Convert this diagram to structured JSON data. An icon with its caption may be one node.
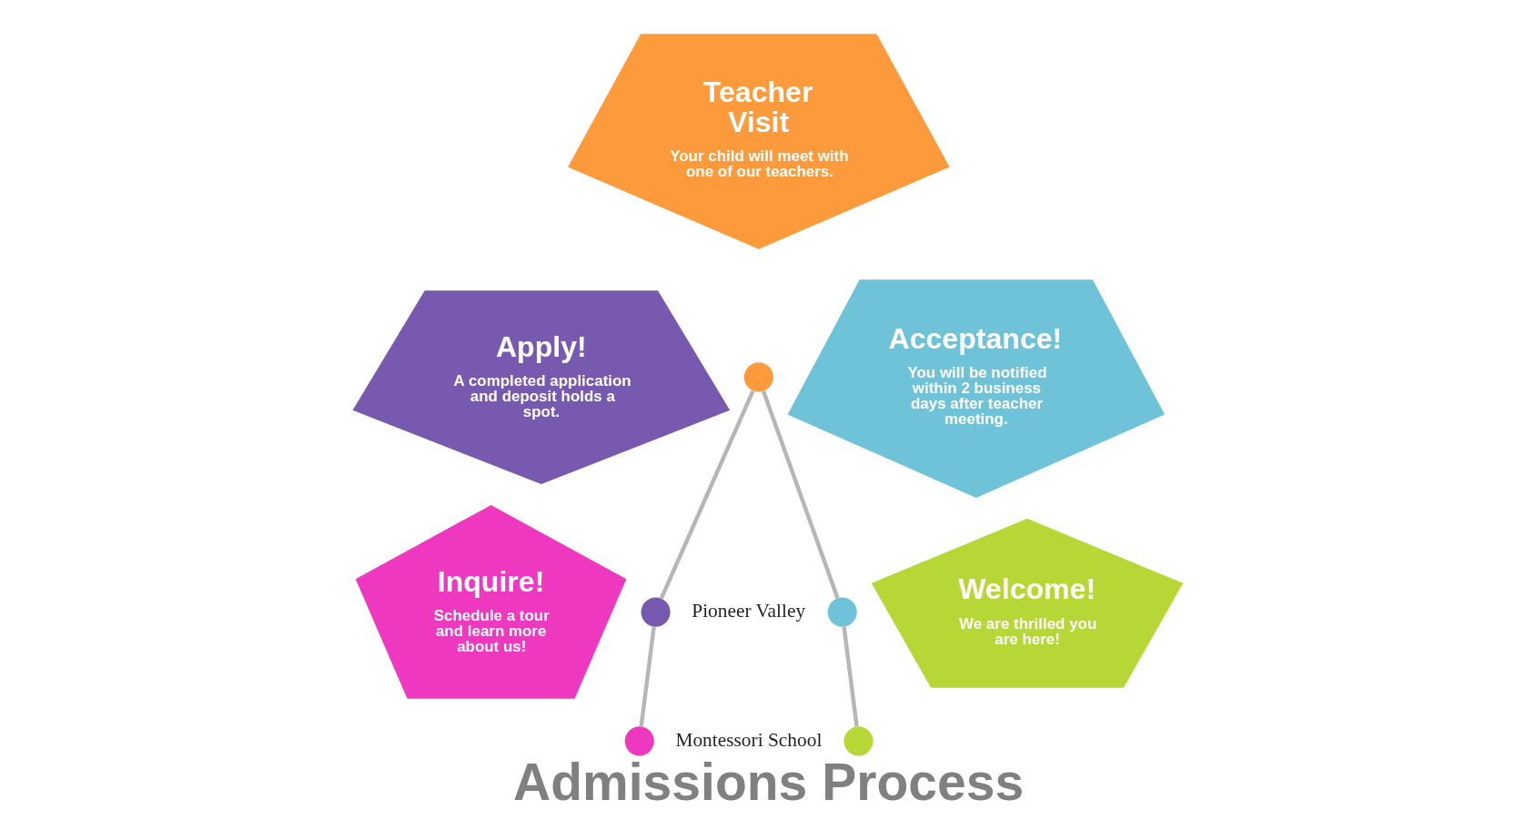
{
  "diagram": {
    "title": "Admissions Process",
    "nodes": [
      {
        "text": [
          "Inquire!",
          "Schedule a tour and learn more about us!"
        ]
      },
      {
        "text": [
          "Apply!",
          "A completed application and deposit holds a spot."
        ]
      },
      {
        "text": [
          "Teacher Visit",
          "Your child will meet with one of our teachers."
        ]
      },
      {
        "text": [
          "Acceptance!",
          "You will be notified within 2 business days after teacher meeting."
        ]
      },
      {
        "text": [
          "Welcome!",
          "We are thrilled you are here!"
        ]
      },
      {
        "text": [],
        "shape": "circle"
      },
      {
        "text": [],
        "shape": "circle"
      },
      {
        "text": [],
        "shape": "circle"
      },
      {
        "text": [],
        "shape": "circle"
      },
      {
        "text": [],
        "shape": "circle"
      }
    ],
    "edges": [
      {
        "from": 6,
        "to": 5,
        "arrow": "none"
      },
      {
        "from": 7,
        "to": 6,
        "arrow": "none"
      },
      {
        "from": 7,
        "to": 8,
        "arrow": "none"
      },
      {
        "from": 8,
        "to": 9,
        "arrow": "none"
      }
    ],
    "labels": [
      "Pioneer Valley",
      "Montessori School"
    ]
  }
}
